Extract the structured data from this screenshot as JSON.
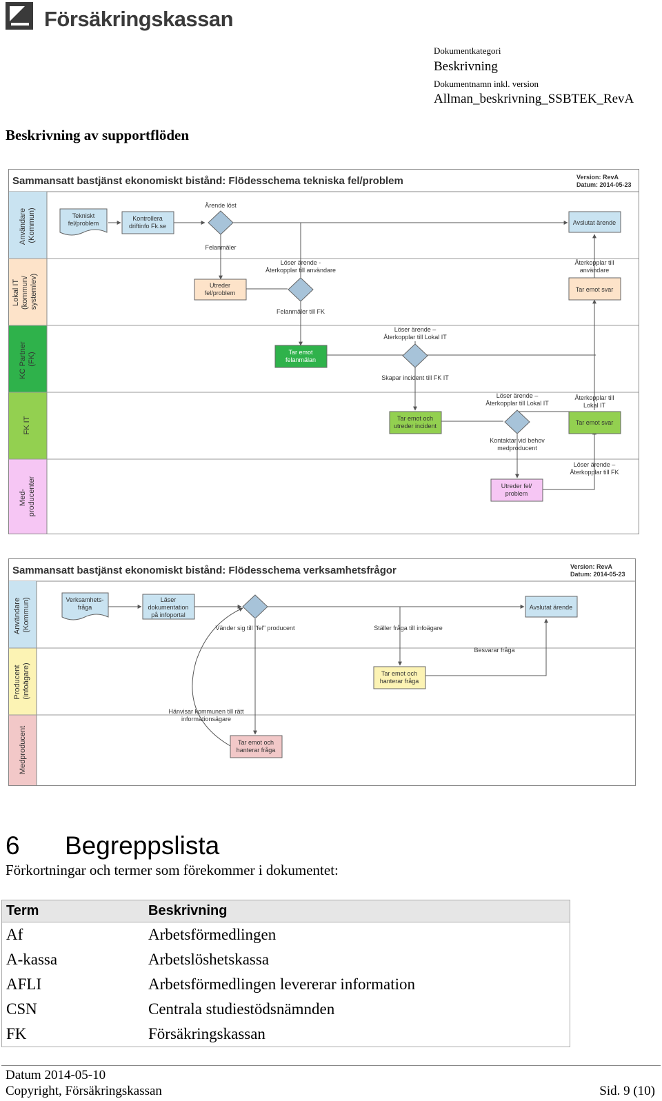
{
  "header": {
    "logo_text": "Försäkringskassan",
    "doc_category_label": "Dokumentkategori",
    "doc_category_value": "Beskrivning",
    "doc_name_label": "Dokumentnamn inkl. version",
    "doc_name_value": "Allman_beskrivning_SSBTEK_RevA"
  },
  "section_title": "Beskrivning av supportflöden",
  "diagram1": {
    "title": "Sammansatt bastjänst ekonomiskt bistånd: Flödesschema tekniska fel/problem",
    "version": "Version: RevA",
    "date": "Datum: 2014-05-23",
    "lanes": {
      "anvandare": [
        "Användare",
        "(Kommun)"
      ],
      "lokalit": [
        "Lokal IT",
        "(kommun/",
        "systemlev)"
      ],
      "kc": [
        "KC Partner",
        "(FK)"
      ],
      "fkit": [
        "FK IT"
      ],
      "med": [
        "Med-",
        "producenter"
      ]
    },
    "nodes": {
      "tekniskt": [
        "Tekniskt",
        "fel/problem"
      ],
      "kontrollera": [
        "Kontrollera",
        "driftinfo Fk.se"
      ],
      "avslutat": "Avslutat ärende",
      "utreder_lokal": [
        "Utreder",
        "fel/problem"
      ],
      "tar_emot_svar_lokal": "Tar emot svar",
      "tar_emot_felanmalan": [
        "Tar emot",
        "felanmälan"
      ],
      "tar_emot_incident": [
        "Tar emot och",
        "utreder incident"
      ],
      "tar_emot_svar_fk": "Tar emot svar",
      "utreder_med": [
        "Utreder fel/",
        "problem"
      ]
    },
    "labels": {
      "arende_lost": "Ärende löst",
      "felanmaler": "Felanmäler",
      "loser_anv": [
        "Löser ärende -",
        "Återkopplar till användare"
      ],
      "felanmaler_fk": "Felanmäler till FK",
      "loser_lokal": [
        "Löser ärende –",
        "Återkopplar till Lokal IT"
      ],
      "skapar": "Skapar incident till FK IT",
      "loser_lokal2": [
        "Löser ärende –",
        "Återkopplar till Lokal IT"
      ],
      "kontaktar": [
        "Kontaktar vid behov",
        "medproducent"
      ],
      "aterk_anv": [
        "Återkopplar till",
        "användare"
      ],
      "aterk_lokal": [
        "Återkopplar till",
        "Lokal IT"
      ],
      "loser_fk": [
        "Löser ärende –",
        "Återkopplar till FK"
      ]
    }
  },
  "diagram2": {
    "title": "Sammansatt bastjänst ekonomiskt bistånd: Flödesschema verksamhetsfrågor",
    "version": "Version: RevA",
    "date": "Datum: 2014-05-23",
    "lanes": {
      "anvandare": [
        "Användare",
        "(Kommun)"
      ],
      "producent": [
        "Producent",
        "(infoägare)"
      ],
      "med": [
        "Medproducent"
      ]
    },
    "nodes": {
      "verksamhet": [
        "Verksamhets-",
        "fråga"
      ],
      "laser": [
        "Läser",
        "dokumentation",
        "på infoportal"
      ],
      "avslutat": "Avslutat ärende",
      "tar_emot_prod": [
        "Tar emot och",
        "hanterar fråga"
      ],
      "tar_emot_med": [
        "Tar emot och",
        "hanterar fråga"
      ]
    },
    "labels": {
      "vander": "Vänder sig till \"fel\" producent",
      "staller": "Ställer fråga till infoägare",
      "besvarar": "Besvarar fråga",
      "hanvisar": [
        "Hänvisar kommunen till rätt",
        "informationsägare"
      ]
    }
  },
  "begrepp": {
    "number": "6",
    "heading": "Begreppslista",
    "intro": "Förkortningar och termer som förekommer i dokumentet:",
    "col_term": "Term",
    "col_desc": "Beskrivning",
    "rows": [
      {
        "term": "Af",
        "desc": "Arbetsförmedlingen"
      },
      {
        "term": "A-kassa",
        "desc": "Arbetslöshetskassa"
      },
      {
        "term": "AFLI",
        "desc": "Arbetsförmedlingen levererar information"
      },
      {
        "term": "CSN",
        "desc": "Centrala studiestödsnämnden"
      },
      {
        "term": "FK",
        "desc": "Försäkringskassan"
      }
    ]
  },
  "footer": {
    "date": "Datum 2014-05-10",
    "copyright": "Copyright, Försäkringskassan",
    "page": "Sid. 9 (10)"
  }
}
